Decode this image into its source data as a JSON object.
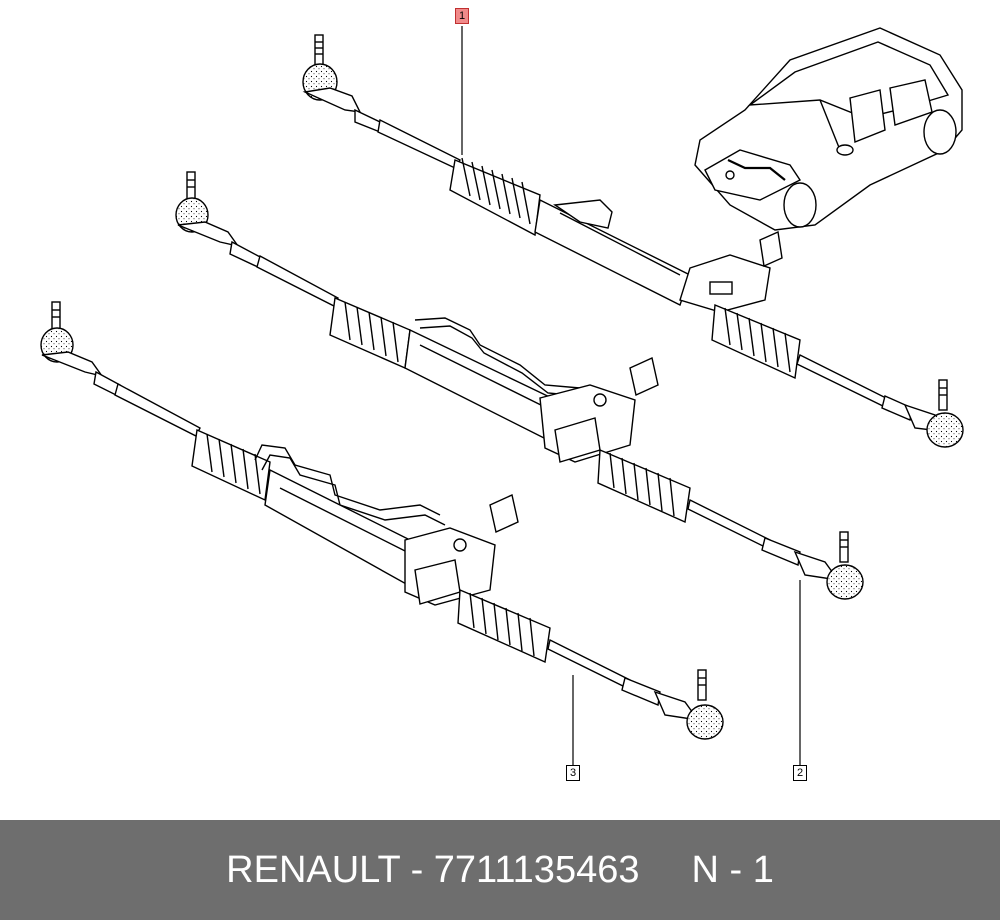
{
  "callouts": [
    {
      "label": "1",
      "highlight": true
    },
    {
      "label": "2",
      "highlight": false
    },
    {
      "label": "3",
      "highlight": false
    }
  ],
  "footer": {
    "brand_part": "RENAULT - 7711135463",
    "page_ref": "N - 1"
  },
  "colors": {
    "callout_highlight": "#f08a8a",
    "footer_background": "#6e6e6e"
  }
}
